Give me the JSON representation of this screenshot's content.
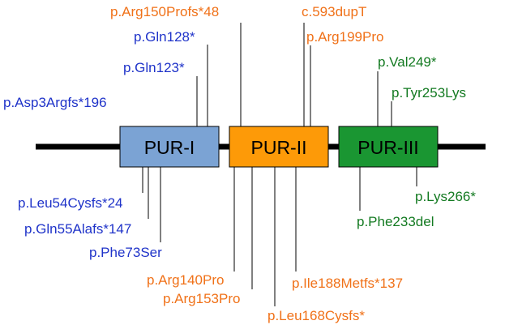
{
  "colors": {
    "blue": "#1f33c9",
    "orange": "#f07118",
    "green": "#137a21",
    "pur1_fill": "#7ba3d4",
    "pur2_fill": "#fd9a08",
    "pur3_fill": "#1a9632",
    "backbone": "#000000"
  },
  "domains": {
    "pur1": "PUR-I",
    "pur2": "PUR-II",
    "pur3": "PUR-III"
  },
  "variants_above": {
    "asp3": "p.Asp3Argfs*196",
    "gln123": "p.Gln123*",
    "gln128": "p.Gln128*",
    "arg150": "p.Arg150Profs*48",
    "c593": "c.593dupT",
    "arg199": "p.Arg199Pro",
    "val249": "p.Val249*",
    "tyr253": "p.Tyr253Lys"
  },
  "variants_below": {
    "leu54": "p.Leu54Cysfs*24",
    "gln55": "p.Gln55Alafs*147",
    "phe73": "p.Phe73Ser",
    "arg140": "p.Arg140Pro",
    "arg153": "p.Arg153Pro",
    "leu168": "p.Leu168Cysfs*",
    "ile188": "p.Ile188Metfs*137",
    "phe233": "p.Phe233del",
    "lys266": "p.Lys266*"
  }
}
